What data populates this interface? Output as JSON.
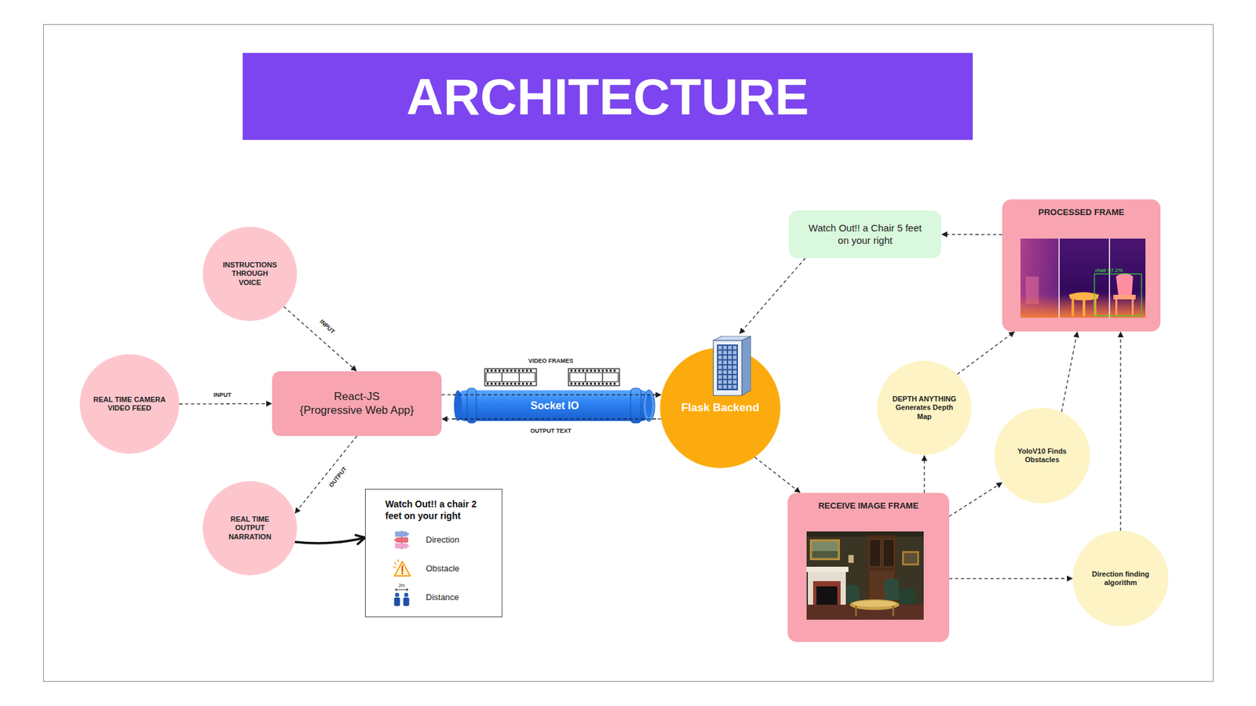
{
  "diagram": {
    "title": "ARCHITECTURE",
    "nodes": [
      {
        "text": [
          "INSTRUCTIONS THROUGH VOICE"
        ]
      },
      {
        "text": [
          "REAL TIME CAMERA VIDEO FEED"
        ]
      },
      {
        "text": [
          "React-JS",
          "{Progressive Web App}"
        ]
      },
      {
        "text": [
          "REAL TIME OUTPUT NARRATION"
        ]
      },
      {
        "text": [
          "Watch Out!! a chair 2 feet on your right",
          "Direction",
          "Obstacle",
          "Distance"
        ]
      },
      {
        "text": [
          "Socket IO"
        ]
      },
      {
        "text": [
          "Flask Backend"
        ]
      },
      {
        "text": [
          "Watch Out!! a Chair 5 feet on your right"
        ]
      },
      {
        "text": [
          "PROCESSED FRAME"
        ]
      },
      {
        "text": [
          "DEPTH ANYTHING Generates Depth Map"
        ]
      },
      {
        "text": [
          "YoloV10 Finds Obstacles"
        ]
      },
      {
        "text": [
          "RECEIVE IMAGE FRAME"
        ]
      },
      {
        "text": [
          "Direction finding algorithm"
        ]
      }
    ],
    "edges": [
      {
        "from": 0,
        "to": 2,
        "label": "INPUT",
        "arrow": "to"
      },
      {
        "from": 1,
        "to": 2,
        "label": "INPUT",
        "arrow": "to"
      },
      {
        "from": 2,
        "to": 3,
        "label": "OUTPUT",
        "arrow": "to"
      },
      {
        "from": 3,
        "to": 4,
        "arrow": "to"
      },
      {
        "from": 2,
        "to": 6,
        "label": "VIDEO FRAMES",
        "arrow": "to"
      },
      {
        "from": 6,
        "to": 2,
        "label": "OUTPUT TEXT",
        "arrow": "to"
      },
      {
        "from": 6,
        "to": 11,
        "arrow": "to"
      },
      {
        "from": 11,
        "to": 9,
        "arrow": "to"
      },
      {
        "from": 11,
        "to": 10,
        "arrow": "to"
      },
      {
        "from": 11,
        "to": 12,
        "arrow": "to"
      },
      {
        "from": 9,
        "to": 8,
        "arrow": "to"
      },
      {
        "from": 10,
        "to": 8,
        "arrow": "to"
      },
      {
        "from": 12,
        "to": 8,
        "arrow": "to"
      },
      {
        "from": 8,
        "to": 7,
        "arrow": "to"
      },
      {
        "from": 7,
        "to": 6,
        "arrow": "to"
      }
    ],
    "labels": [
      "chair 97.2%",
      "2m"
    ]
  }
}
